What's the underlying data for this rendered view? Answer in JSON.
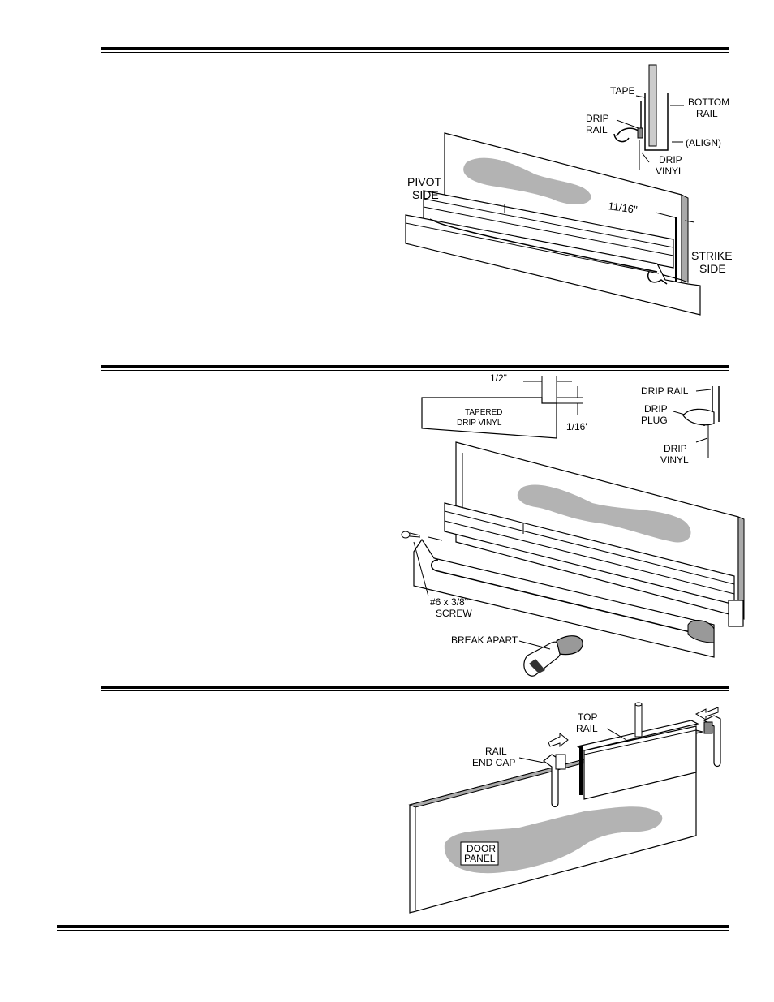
{
  "figure1": {
    "labels": {
      "tape": "TAPE",
      "bottom_rail_1": "BOTTOM",
      "bottom_rail_2": "RAIL",
      "drip_rail_1": "DRIP",
      "drip_rail_2": "RAIL",
      "align": "(ALIGN)",
      "drip_vinyl_1": "DRIP",
      "drip_vinyl_2": "VINYL",
      "pivot_1": "PIVOT",
      "pivot_2": "SIDE",
      "dimension": "11/16\"",
      "strike_1": "STRIKE",
      "strike_2": "SIDE"
    }
  },
  "figure2": {
    "labels": {
      "half_inch": "1/2\"",
      "sixteenth": "1/16'",
      "tapered_1": "TAPERED",
      "tapered_2": "DRIP VINYL",
      "drip_rail": "DRIP RAIL",
      "drip_plug_1": "DRIP",
      "drip_plug_2": "PLUG",
      "drip_vinyl_1": "DRIP",
      "drip_vinyl_2": "VINYL",
      "screw_1": "#6 x 3/8\"",
      "screw_2": "SCREW",
      "break_apart": "BREAK APART"
    }
  },
  "figure3": {
    "labels": {
      "top_rail_1": "TOP",
      "top_rail_2": "RAIL",
      "end_cap_1": "RAIL",
      "end_cap_2": "END CAP",
      "door_1": "DOOR",
      "door_2": "PANEL"
    }
  }
}
